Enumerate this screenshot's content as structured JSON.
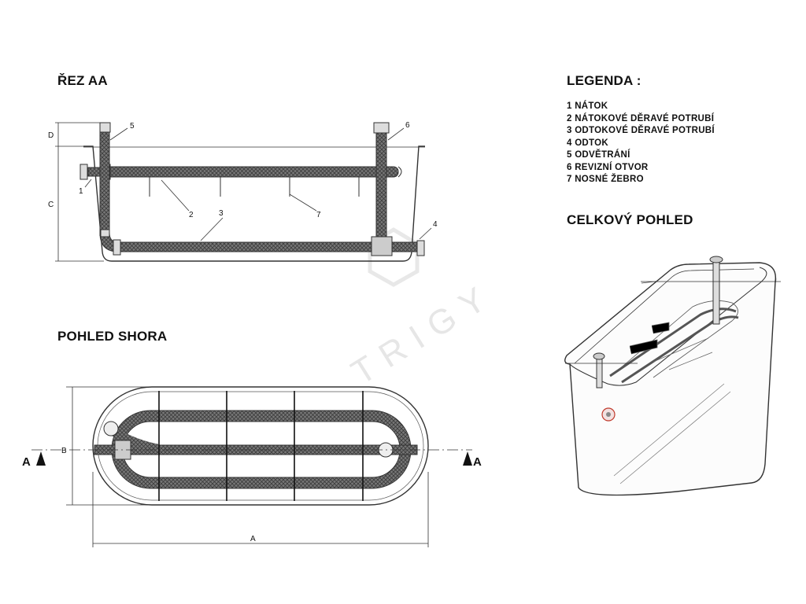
{
  "sections": {
    "section_aa": "ŘEZ AA",
    "top_view": "POHLED SHORA",
    "legend_title": "LEGENDA :",
    "overall_view": "CELKOVÝ POHLED"
  },
  "legend": [
    "1 NÁTOK",
    "2 NÁTOKOVÉ DĚRAVÉ POTRUBÍ",
    "3 ODTOKOVÉ DĚRAVÉ POTRUBÍ",
    "4 ODTOK",
    "5 ODVĚTRÁNÍ",
    "6 REVIZNÍ OTVOR",
    "7 NOSNÉ ŽEBRO"
  ],
  "callouts": {
    "n1": "1",
    "n2": "2",
    "n3": "3",
    "n4": "4",
    "n5": "5",
    "n6": "6",
    "n7": "7"
  },
  "dimensions": {
    "a": "A",
    "b": "B",
    "c": "C",
    "d": "D"
  },
  "section_marks": {
    "left": "A",
    "right": "A"
  },
  "watermark": "TRIGY",
  "colors": {
    "line": "#333333",
    "pipe_fill": "#6f6f6f",
    "accent": "#c0392b"
  }
}
